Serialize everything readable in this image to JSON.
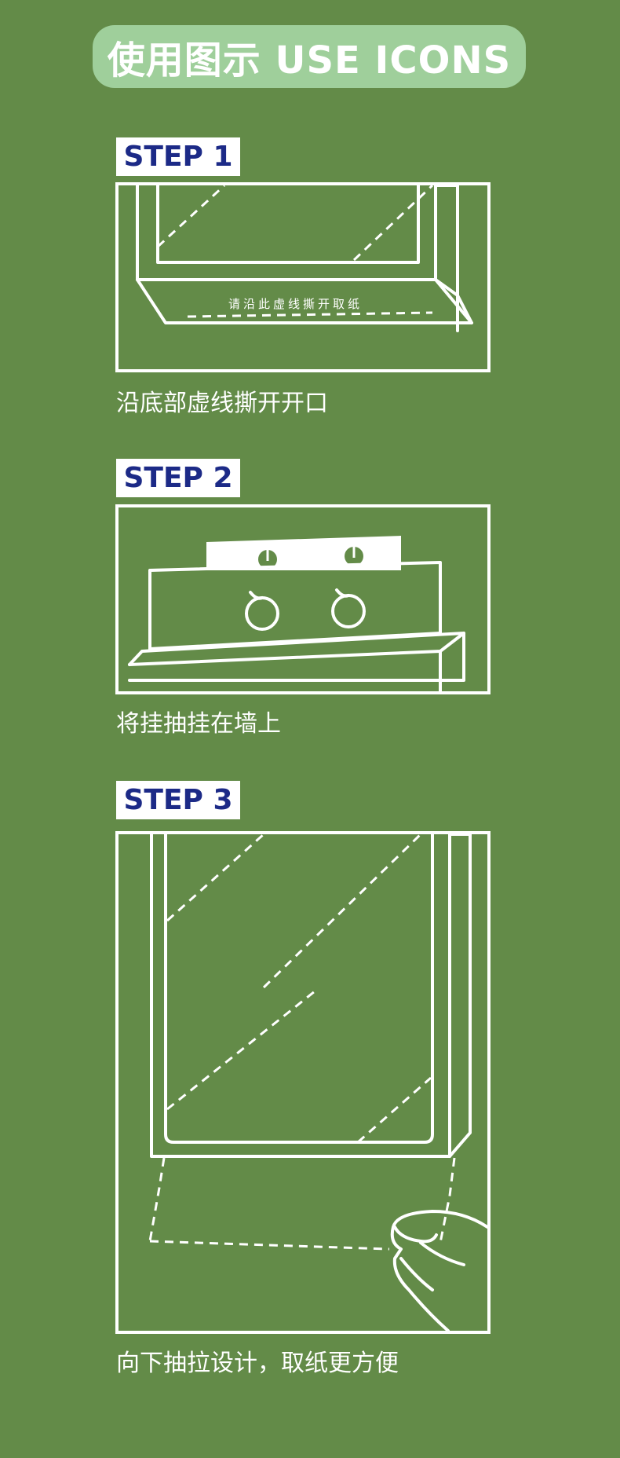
{
  "title": "使用图示 USE ICONS",
  "steps": [
    {
      "label": "STEP 1",
      "caption": "沿底部虚线撕开开口",
      "box_text": "请沿此虚线撕开取纸",
      "icons": [
        "tissue-box-front-icon",
        "tear-line-icon"
      ]
    },
    {
      "label": "STEP 2",
      "caption": "将挂抽挂在墙上",
      "icons": [
        "wall-hook-icon",
        "tissue-box-hanging-icon"
      ]
    },
    {
      "label": "STEP 3",
      "caption": "向下抽拉设计，取纸更方便",
      "icons": [
        "tissue-box-front-icon",
        "hand-pulling-tissue-icon"
      ]
    }
  ],
  "colors": {
    "background": "#638b48",
    "title_pill": "#9fcf9b",
    "step_label_text": "#1c2a87",
    "line": "#ffffff"
  }
}
